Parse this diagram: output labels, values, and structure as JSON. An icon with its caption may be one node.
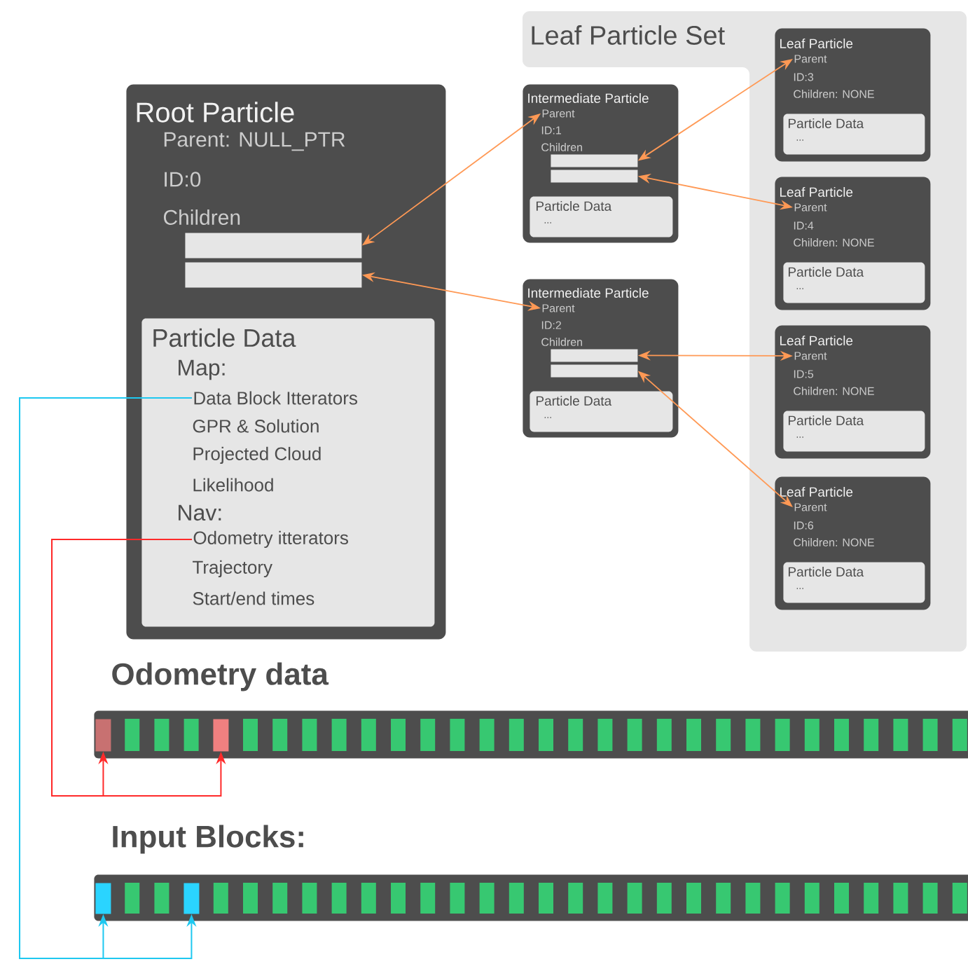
{
  "diagram": {
    "nodes": [
      {
        "text": [
          "Root Particle",
          "Parent: NULL_PTR",
          "ID:0",
          "Children"
        ]
      },
      {
        "text": [],
        "shape": "box",
        "in": 0
      },
      {
        "text": [],
        "shape": "box",
        "in": 0
      },
      {
        "text": [
          "Particle Data",
          "Map:",
          "GPR & Solution",
          "Projected Cloud",
          "Likelihood",
          "Nav:",
          "Trajectory",
          "Start/end times"
        ],
        "in": 0
      },
      {
        "text": [
          "Data Block Itterators"
        ],
        "in": 3
      },
      {
        "text": [
          "Odometry itterators"
        ],
        "in": 3
      },
      {
        "text": [
          "Leaf Particle Set"
        ]
      },
      {
        "text": [
          "Intermediate Particle",
          "ID:1",
          "Children"
        ]
      },
      {
        "text": [
          "Parent"
        ],
        "in": 7
      },
      {
        "text": [],
        "shape": "box",
        "in": 7
      },
      {
        "text": [],
        "shape": "box",
        "in": 7
      },
      {
        "text": [
          "Particle Data",
          "..."
        ],
        "in": 7
      },
      {
        "text": [
          "Intermediate Particle",
          "ID:2",
          "Children"
        ]
      },
      {
        "text": [
          "Parent"
        ],
        "in": 12
      },
      {
        "text": [],
        "shape": "box",
        "in": 12
      },
      {
        "text": [],
        "shape": "box",
        "in": 12
      },
      {
        "text": [
          "Particle Data",
          "..."
        ],
        "in": 12
      },
      {
        "text": [
          "Leaf Particle",
          "ID:3",
          "Children: NONE"
        ],
        "in": 6
      },
      {
        "text": [
          "Parent"
        ],
        "in": 17
      },
      {
        "text": [
          "Particle Data",
          "..."
        ],
        "in": 17
      },
      {
        "text": [
          "Leaf Particle",
          "ID:4",
          "Children: NONE"
        ],
        "in": 6
      },
      {
        "text": [
          "Parent"
        ],
        "in": 20
      },
      {
        "text": [
          "Particle Data",
          "..."
        ],
        "in": 20
      },
      {
        "text": [
          "Leaf Particle",
          "ID:5",
          "Children: NONE"
        ],
        "in": 6
      },
      {
        "text": [
          "Parent"
        ],
        "in": 23
      },
      {
        "text": [
          "Particle Data",
          "..."
        ],
        "in": 23
      },
      {
        "text": [
          "Leaf Particle",
          "ID:6",
          "Children: NONE"
        ],
        "in": 6
      },
      {
        "text": [
          "Parent"
        ],
        "in": 26
      },
      {
        "text": [
          "Particle Data",
          "..."
        ],
        "in": 26
      },
      {
        "text": [
          "Odometry data"
        ]
      },
      {
        "text": [],
        "shape": "box",
        "in": 29
      },
      {
        "text": [],
        "shape": "box",
        "in": 29
      },
      {
        "text": [
          "Input Blocks:"
        ]
      },
      {
        "text": [],
        "shape": "box",
        "in": 32
      },
      {
        "text": [],
        "shape": "box",
        "in": 32
      }
    ],
    "edges": [
      {
        "from": 1,
        "to": 8,
        "arrow": "both"
      },
      {
        "from": 2,
        "to": 13,
        "arrow": "both"
      },
      {
        "from": 9,
        "to": 18,
        "arrow": "both"
      },
      {
        "from": 10,
        "to": 21,
        "arrow": "both"
      },
      {
        "from": 14,
        "to": 24,
        "arrow": "both"
      },
      {
        "from": 15,
        "to": 27,
        "arrow": "both"
      },
      {
        "from": 5,
        "to": 30,
        "arrow": "to",
        "color": "#ff2a2a"
      },
      {
        "from": 5,
        "to": 31,
        "arrow": "to",
        "color": "#ff2a2a"
      },
      {
        "from": 4,
        "to": 33,
        "arrow": "to",
        "color": "#1ec8f0"
      },
      {
        "from": 4,
        "to": 34,
        "arrow": "to",
        "color": "#1ec8f0"
      }
    ]
  }
}
